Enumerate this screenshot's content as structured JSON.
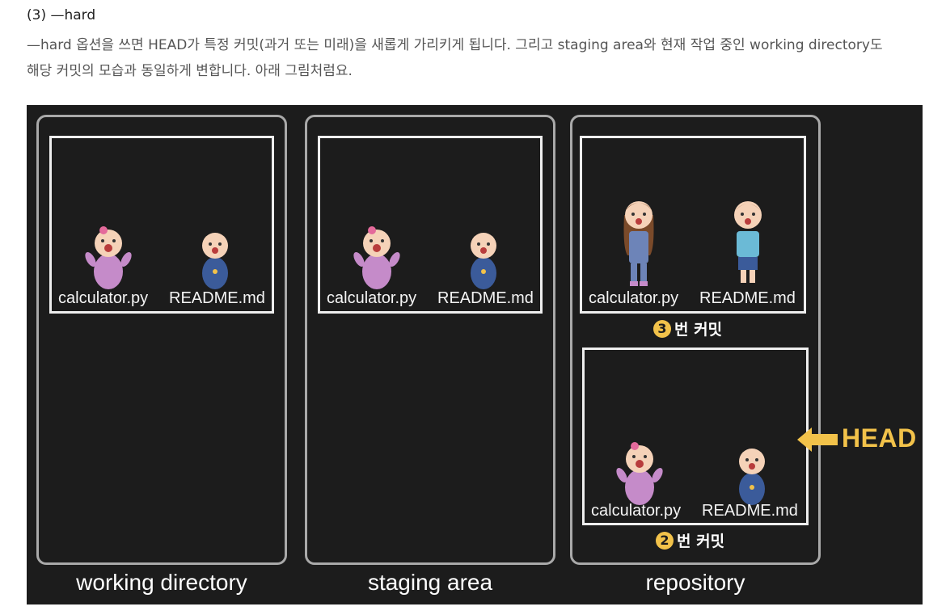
{
  "heading": "(3) —hard",
  "paragraph_line1": "—hard 옵션을 쓰면 HEAD가 특정 커밋(과거 또는 미래)을 새롭게 가리키게 됩니다. 그리고 staging area와 현재 작업 중인 working directory도",
  "paragraph_line2": "해당 커밋의 모습과 동일하게 변합니다. 아래 그림처럼요.",
  "diagram": {
    "panels": [
      {
        "caption": "working directory"
      },
      {
        "caption": "staging area"
      },
      {
        "caption": "repository"
      }
    ],
    "file_calc": "calculator.py",
    "file_readme": "README.md",
    "commit3": {
      "num": "3",
      "label": "번 커밋"
    },
    "commit2": {
      "num": "2",
      "label": "번 커밋"
    },
    "head_label": "HEAD",
    "colors": {
      "background": "#1c1c1c",
      "accent": "#f2c24a",
      "panel_border": "#a9a9a9"
    }
  }
}
